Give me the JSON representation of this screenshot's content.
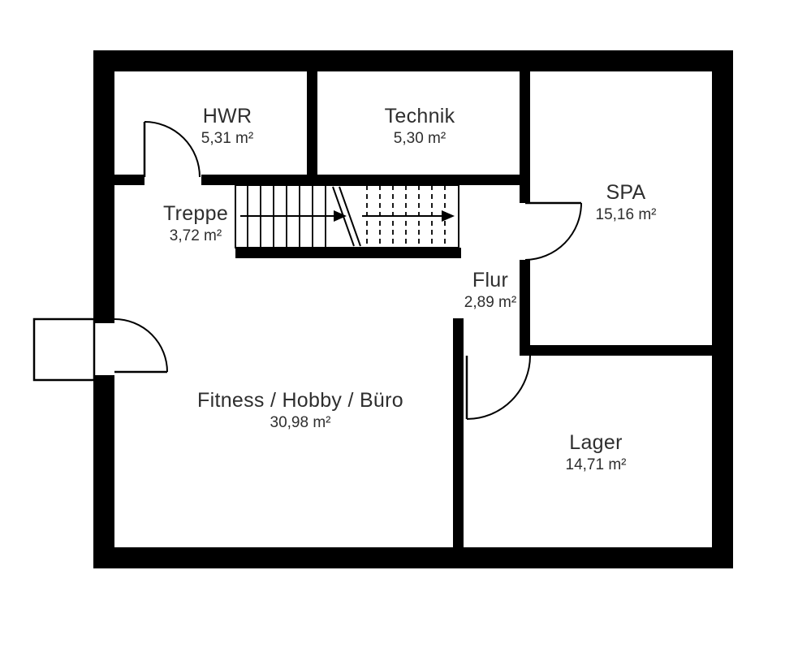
{
  "plan": {
    "type": "floor-plan",
    "language": "de",
    "colors": {
      "wall": "#000000",
      "background": "#ffffff",
      "label": "#2e2e2e"
    },
    "rooms": [
      {
        "id": "hwr",
        "name": "HWR",
        "area": "5,31 m²"
      },
      {
        "id": "technik",
        "name": "Technik",
        "area": "5,30 m²"
      },
      {
        "id": "spa",
        "name": "SPA",
        "area": "15,16 m²"
      },
      {
        "id": "treppe",
        "name": "Treppe",
        "area": "3,72 m²"
      },
      {
        "id": "flur",
        "name": "Flur",
        "area": "2,89 m²"
      },
      {
        "id": "fitness",
        "name": "Fitness / Hobby / Büro",
        "area": "30,98 m²"
      },
      {
        "id": "lager",
        "name": "Lager",
        "area": "14,71 m²"
      }
    ]
  }
}
